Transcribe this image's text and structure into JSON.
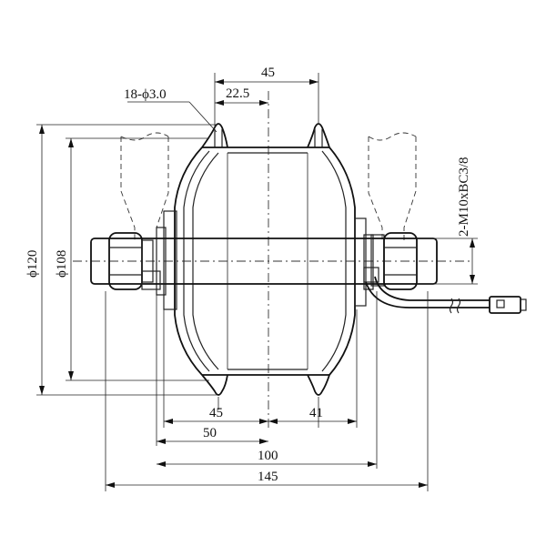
{
  "dimensions": {
    "top_width": "45",
    "top_half": "22.5",
    "holes": "18-ϕ3.0",
    "outer_dia": "ϕ120",
    "inner_dia": "ϕ108",
    "thread": "2-M10xBC3/8",
    "left_flange": "45",
    "right_flange": "41",
    "dim_50": "50",
    "dim_100": "100",
    "dim_145": "145"
  }
}
